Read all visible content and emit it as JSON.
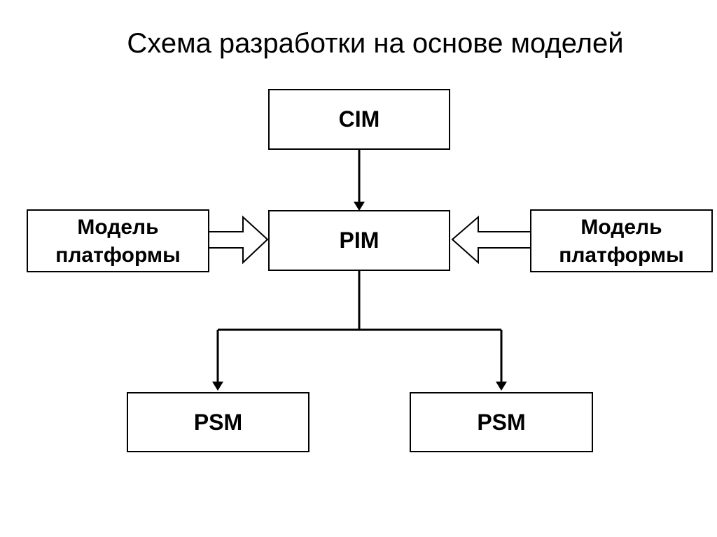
{
  "title": "Схема разработки на основе моделей",
  "nodes": {
    "cim": "CIM",
    "pim": "PIM",
    "psm_left": "PSM",
    "psm_right": "PSM",
    "platform_left": {
      "line1": "Модель",
      "line2": "платформы"
    },
    "platform_right": {
      "line1": "Модель",
      "line2": "платформы"
    }
  },
  "edges": [
    {
      "from": "cim",
      "to": "pim",
      "type": "arrow"
    },
    {
      "from": "platform_left",
      "to": "pim",
      "type": "block-arrow"
    },
    {
      "from": "platform_right",
      "to": "pim",
      "type": "block-arrow"
    },
    {
      "from": "pim",
      "to": "psm_left",
      "type": "arrow"
    },
    {
      "from": "pim",
      "to": "psm_right",
      "type": "arrow"
    }
  ]
}
